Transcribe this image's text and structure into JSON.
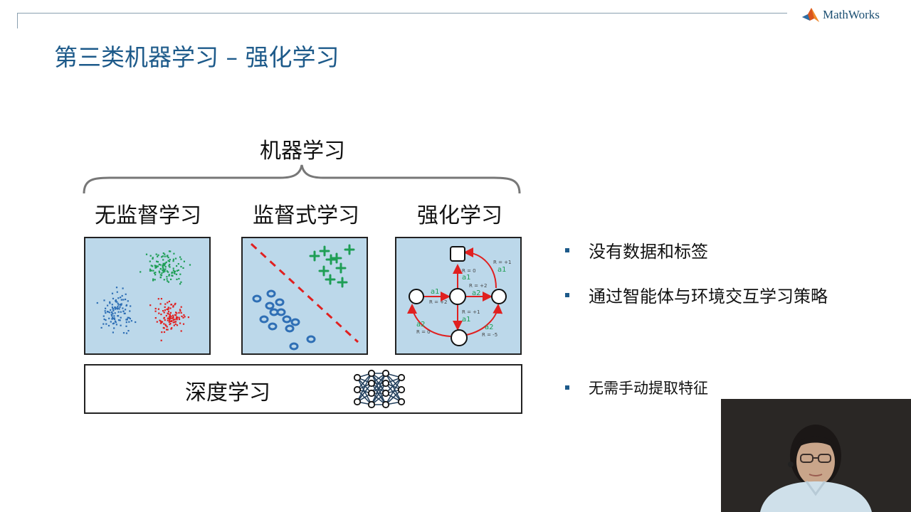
{
  "header": {
    "brand": "MathWorks",
    "title": "第三类机器学习 – 强化学习"
  },
  "diagram": {
    "ml_label": "机器学习",
    "categories": [
      "无监督学习",
      "监督式学习",
      "强化学习"
    ],
    "deep_learning_label": "深度学习",
    "rl_labels": {
      "a1": "a1",
      "a2": "a2",
      "r0": "R = 0",
      "r1": "R = +1",
      "r2": "R = +2",
      "r_neg5": "R = -5"
    }
  },
  "bullets": [
    "没有数据和标签",
    "通过智能体与环境交互学习策略",
    "无需手动提取特征"
  ],
  "colors": {
    "title": "#1d5a8a",
    "panel_bg": "#bcd8ea",
    "cluster_green": "#1e9e55",
    "cluster_blue": "#2f6fb5",
    "cluster_red": "#e02020",
    "arrow_red": "#e02020",
    "label_green": "#1e9e55"
  },
  "icons": [
    "mathworks-logo-icon",
    "neural-network-icon"
  ]
}
